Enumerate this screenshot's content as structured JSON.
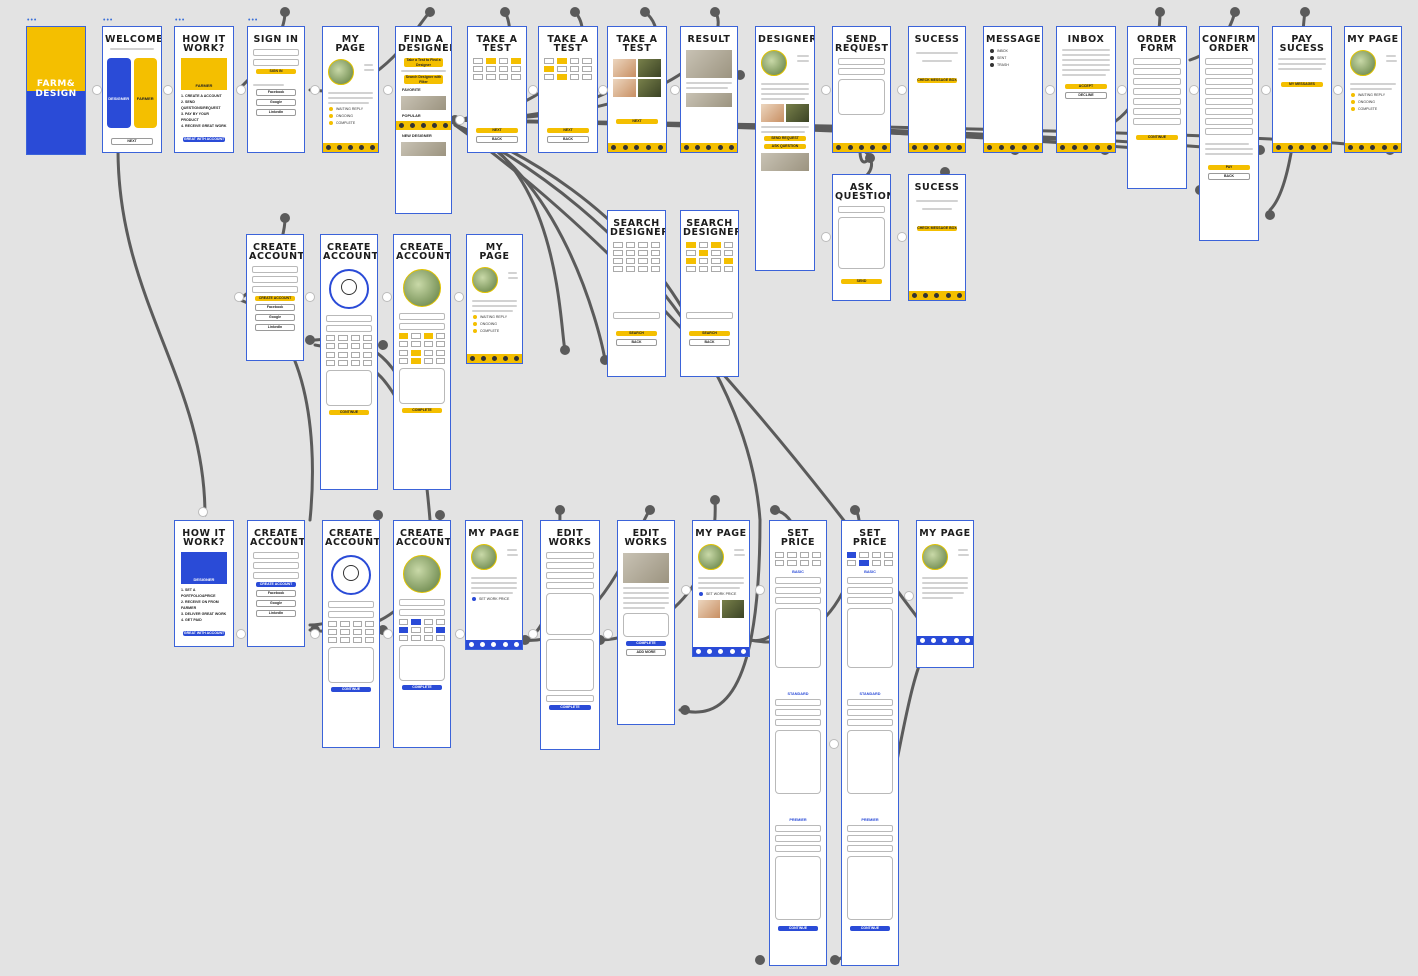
{
  "cover": {
    "brand": "FARM& DESIGN"
  },
  "artboards": {
    "welcome": "WELCOME",
    "how_it_work": "HOW IT WORK?",
    "sign_in": "SIGN IN",
    "my_page": "MY PAGE",
    "find_a_designer": "FIND A DESIGNER",
    "take_a_test": "TAKE A TEST",
    "result": "RESULT",
    "designer": "DESIGNER",
    "send_request": "SEND REQUEST",
    "sucess": "SUCESS",
    "message": "MESSAGE",
    "inbox": "INBOX",
    "order_form": "ORDER FORM",
    "confirm_order": "CONFIRM ORDER",
    "pay_sucess": "PAY SUCESS",
    "create_account": "CREATE ACCOUNT",
    "search_designer": "SEARCH DESIGNER",
    "ask_question": "ASK QUESTION",
    "edit_works": "EDIT WORKS",
    "set_price": "SET PRICE"
  },
  "welcome": {
    "designer": "DESIGNER",
    "farmer": "FARMER"
  },
  "how_farmer": {
    "hero": "FARMER",
    "steps": [
      "1. CREATE A ACCOUNT",
      "2. SEND QUESTIONS/REQUEST",
      "3. PAY BY YOUR PRODUCT",
      "4. RECEIVE GREAT WORK"
    ],
    "cta": "GREAT WITH ACCOUNT"
  },
  "how_designer": {
    "hero": "DESIGNER",
    "steps": [
      "1. SET A PORTFOLIO&PRICE",
      "2. RECEIVE ON FROM FARMER",
      "3. DELIVER GREAT WORK",
      "4. GET PAID"
    ],
    "cta": "GREAT WITH ACCOUNT"
  },
  "sign_in": {
    "button": "SIGN IN",
    "social": [
      "Facebook",
      "Google",
      "LinkedIn"
    ]
  },
  "my_page": {
    "items": [
      "WAITING REPLY",
      "ONGOING",
      "COMPLETE"
    ]
  },
  "find": {
    "take_test": "Take a Test to Find a Designer",
    "search": "Search Designer with Filter",
    "favorite": "FAVORITE",
    "popular": "POPULAR",
    "new": "NEW DESIGNER"
  },
  "message": {
    "items": [
      "INBOX",
      "SENT",
      "TRASH"
    ]
  },
  "buttons": {
    "next": "NEXT",
    "back": "BACK",
    "continue": "CONTINUE",
    "complete": "COMPLETE",
    "search": "SEARCH",
    "send": "SEND",
    "pay": "PAY",
    "check_message": "CHECK MESSAGE BOX",
    "send_request": "SEND REQUEST",
    "ask_question": "ASK QUESTION",
    "create_account": "CREATE ACCOUNT",
    "accept": "ACCEPT",
    "decline": "DECLINE",
    "my_messages": "MY MESSAGES",
    "add_more": "ADD MORE"
  },
  "set_price": {
    "tiers": [
      "BASIC",
      "STANDARD",
      "PREMIER"
    ]
  },
  "edit_works": {
    "add": "SET WORK PRICE"
  }
}
